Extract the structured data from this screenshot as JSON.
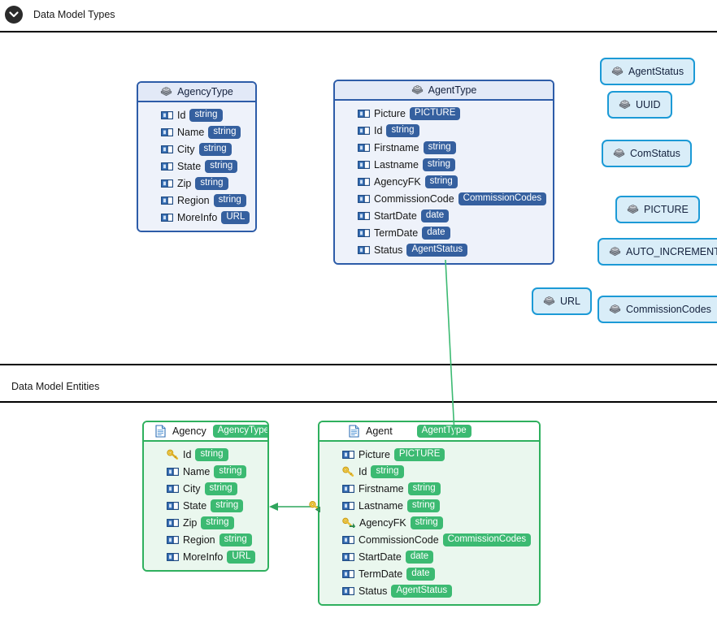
{
  "sections": [
    {
      "title": "Data Model Types",
      "icon": "chevron-down-icon"
    },
    {
      "title": "Data Model Entities",
      "icon": ""
    }
  ],
  "colors": {
    "type_border": "#2d5ca8",
    "type_header_bg": "#e2e9f7",
    "type_body_bg": "#eef2fa",
    "type_badge": "#35609f",
    "entity_border": "#2fb05e",
    "entity_body_bg": "#eaf7ee",
    "entity_badge": "#3cba72",
    "chip_border": "#1c9ad6",
    "chip_bg": "#d9edf8",
    "connector": "#3cba72"
  },
  "types": [
    {
      "name": "AgencyType",
      "icon": "datatype-stack-icon",
      "fields": [
        {
          "name": "Id",
          "type": "string",
          "icon": "attribute-icon"
        },
        {
          "name": "Name",
          "type": "string",
          "icon": "attribute-icon"
        },
        {
          "name": "City",
          "type": "string",
          "icon": "attribute-icon"
        },
        {
          "name": "State",
          "type": "string",
          "icon": "attribute-icon"
        },
        {
          "name": "Zip",
          "type": "string",
          "icon": "attribute-icon"
        },
        {
          "name": "Region",
          "type": "string",
          "icon": "attribute-icon"
        },
        {
          "name": "MoreInfo",
          "type": "URL",
          "icon": "attribute-icon"
        }
      ]
    },
    {
      "name": "AgentType",
      "icon": "datatype-stack-icon",
      "fields": [
        {
          "name": "Picture",
          "type": "PICTURE",
          "icon": "attribute-icon"
        },
        {
          "name": "Id",
          "type": "string",
          "icon": "attribute-icon"
        },
        {
          "name": "Firstname",
          "type": "string",
          "icon": "attribute-icon"
        },
        {
          "name": "Lastname",
          "type": "string",
          "icon": "attribute-icon"
        },
        {
          "name": "AgencyFK",
          "type": "string",
          "icon": "attribute-icon"
        },
        {
          "name": "CommissionCode",
          "type": "CommissionCodes",
          "icon": "attribute-icon"
        },
        {
          "name": "StartDate",
          "type": "date",
          "icon": "attribute-icon"
        },
        {
          "name": "TermDate",
          "type": "date",
          "icon": "attribute-icon"
        },
        {
          "name": "Status",
          "type": "AgentStatus",
          "icon": "attribute-icon"
        }
      ]
    }
  ],
  "simple_types": [
    {
      "name": "AgentStatus",
      "icon": "datatype-stack-icon"
    },
    {
      "name": "UUID",
      "icon": "datatype-stack-icon"
    },
    {
      "name": "ComStatus",
      "icon": "datatype-stack-icon"
    },
    {
      "name": "PICTURE",
      "icon": "datatype-stack-icon"
    },
    {
      "name": "AUTO_INCREMENT",
      "icon": "datatype-stack-icon"
    },
    {
      "name": "URL",
      "icon": "datatype-stack-icon"
    },
    {
      "name": "CommissionCodes",
      "icon": "datatype-stack-icon"
    }
  ],
  "entities": [
    {
      "name": "Agency",
      "type": "AgencyType",
      "icon": "document-icon",
      "fields": [
        {
          "name": "Id",
          "type": "string",
          "icon": "primary-key-icon"
        },
        {
          "name": "Name",
          "type": "string",
          "icon": "attribute-icon"
        },
        {
          "name": "City",
          "type": "string",
          "icon": "attribute-icon"
        },
        {
          "name": "State",
          "type": "string",
          "icon": "attribute-icon"
        },
        {
          "name": "Zip",
          "type": "string",
          "icon": "attribute-icon"
        },
        {
          "name": "Region",
          "type": "string",
          "icon": "attribute-icon"
        },
        {
          "name": "MoreInfo",
          "type": "URL",
          "icon": "attribute-icon"
        }
      ]
    },
    {
      "name": "Agent",
      "type": "AgentType",
      "icon": "document-icon",
      "fields": [
        {
          "name": "Picture",
          "type": "PICTURE",
          "icon": "attribute-icon"
        },
        {
          "name": "Id",
          "type": "string",
          "icon": "primary-key-icon"
        },
        {
          "name": "Firstname",
          "type": "string",
          "icon": "attribute-icon"
        },
        {
          "name": "Lastname",
          "type": "string",
          "icon": "attribute-icon"
        },
        {
          "name": "AgencyFK",
          "type": "string",
          "icon": "foreign-key-icon"
        },
        {
          "name": "CommissionCode",
          "type": "CommissionCodes",
          "icon": "attribute-icon"
        },
        {
          "name": "StartDate",
          "type": "date",
          "icon": "attribute-icon"
        },
        {
          "name": "TermDate",
          "type": "date",
          "icon": "attribute-icon"
        },
        {
          "name": "Status",
          "type": "AgentStatus",
          "icon": "attribute-icon"
        }
      ]
    }
  ],
  "connectors": [
    {
      "name": "agenttype-to-agent",
      "from": "AgentType",
      "to": "Agent"
    },
    {
      "name": "agent-to-agency-fk",
      "from": "Agent",
      "to": "Agency"
    }
  ]
}
